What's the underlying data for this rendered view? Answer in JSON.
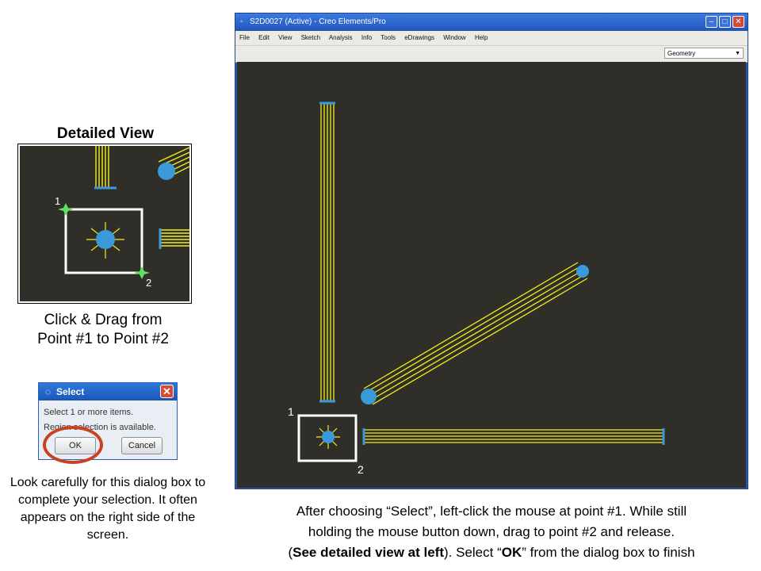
{
  "detailed_view": {
    "title": "Detailed View",
    "point1_label": "1",
    "point2_label": "2",
    "caption_line1": "Click & Drag from",
    "caption_line2": "Point #1 to Point #2"
  },
  "select_dialog": {
    "title": "Select",
    "line1": "Select 1 or more items.",
    "line2": "Region selection is available.",
    "ok_label": "OK",
    "cancel_label": "Cancel",
    "close_glyph": "✕",
    "highlight_color": "#c8421f",
    "caption": "Look carefully for this dialog box to complete your selection. It often appears on the right side of the screen."
  },
  "creo_window": {
    "title": "S2D0027 (Active) - Creo Elements/Pro",
    "menu": [
      "File",
      "Edit",
      "View",
      "Sketch",
      "Analysis",
      "Info",
      "Tools",
      "eDrawings",
      "Window",
      "Help"
    ],
    "filter_value": "Geometry",
    "point1_label": "1",
    "point2_label": "2",
    "canvas_color": "#302e29",
    "geometry_color": "#f2ee1c",
    "vertex_color": "#3a9ad9"
  },
  "instructions": {
    "line1": "After choosing “Select”, left-click the mouse at point #1. While still",
    "line2": "holding the mouse button down, drag to point #2 and release.",
    "line3_open": "(",
    "line3_bold1": "See detailed view at left",
    "line3_mid": "). Select “",
    "line3_bold2": "OK",
    "line3_end": "” from the dialog box to finish"
  }
}
